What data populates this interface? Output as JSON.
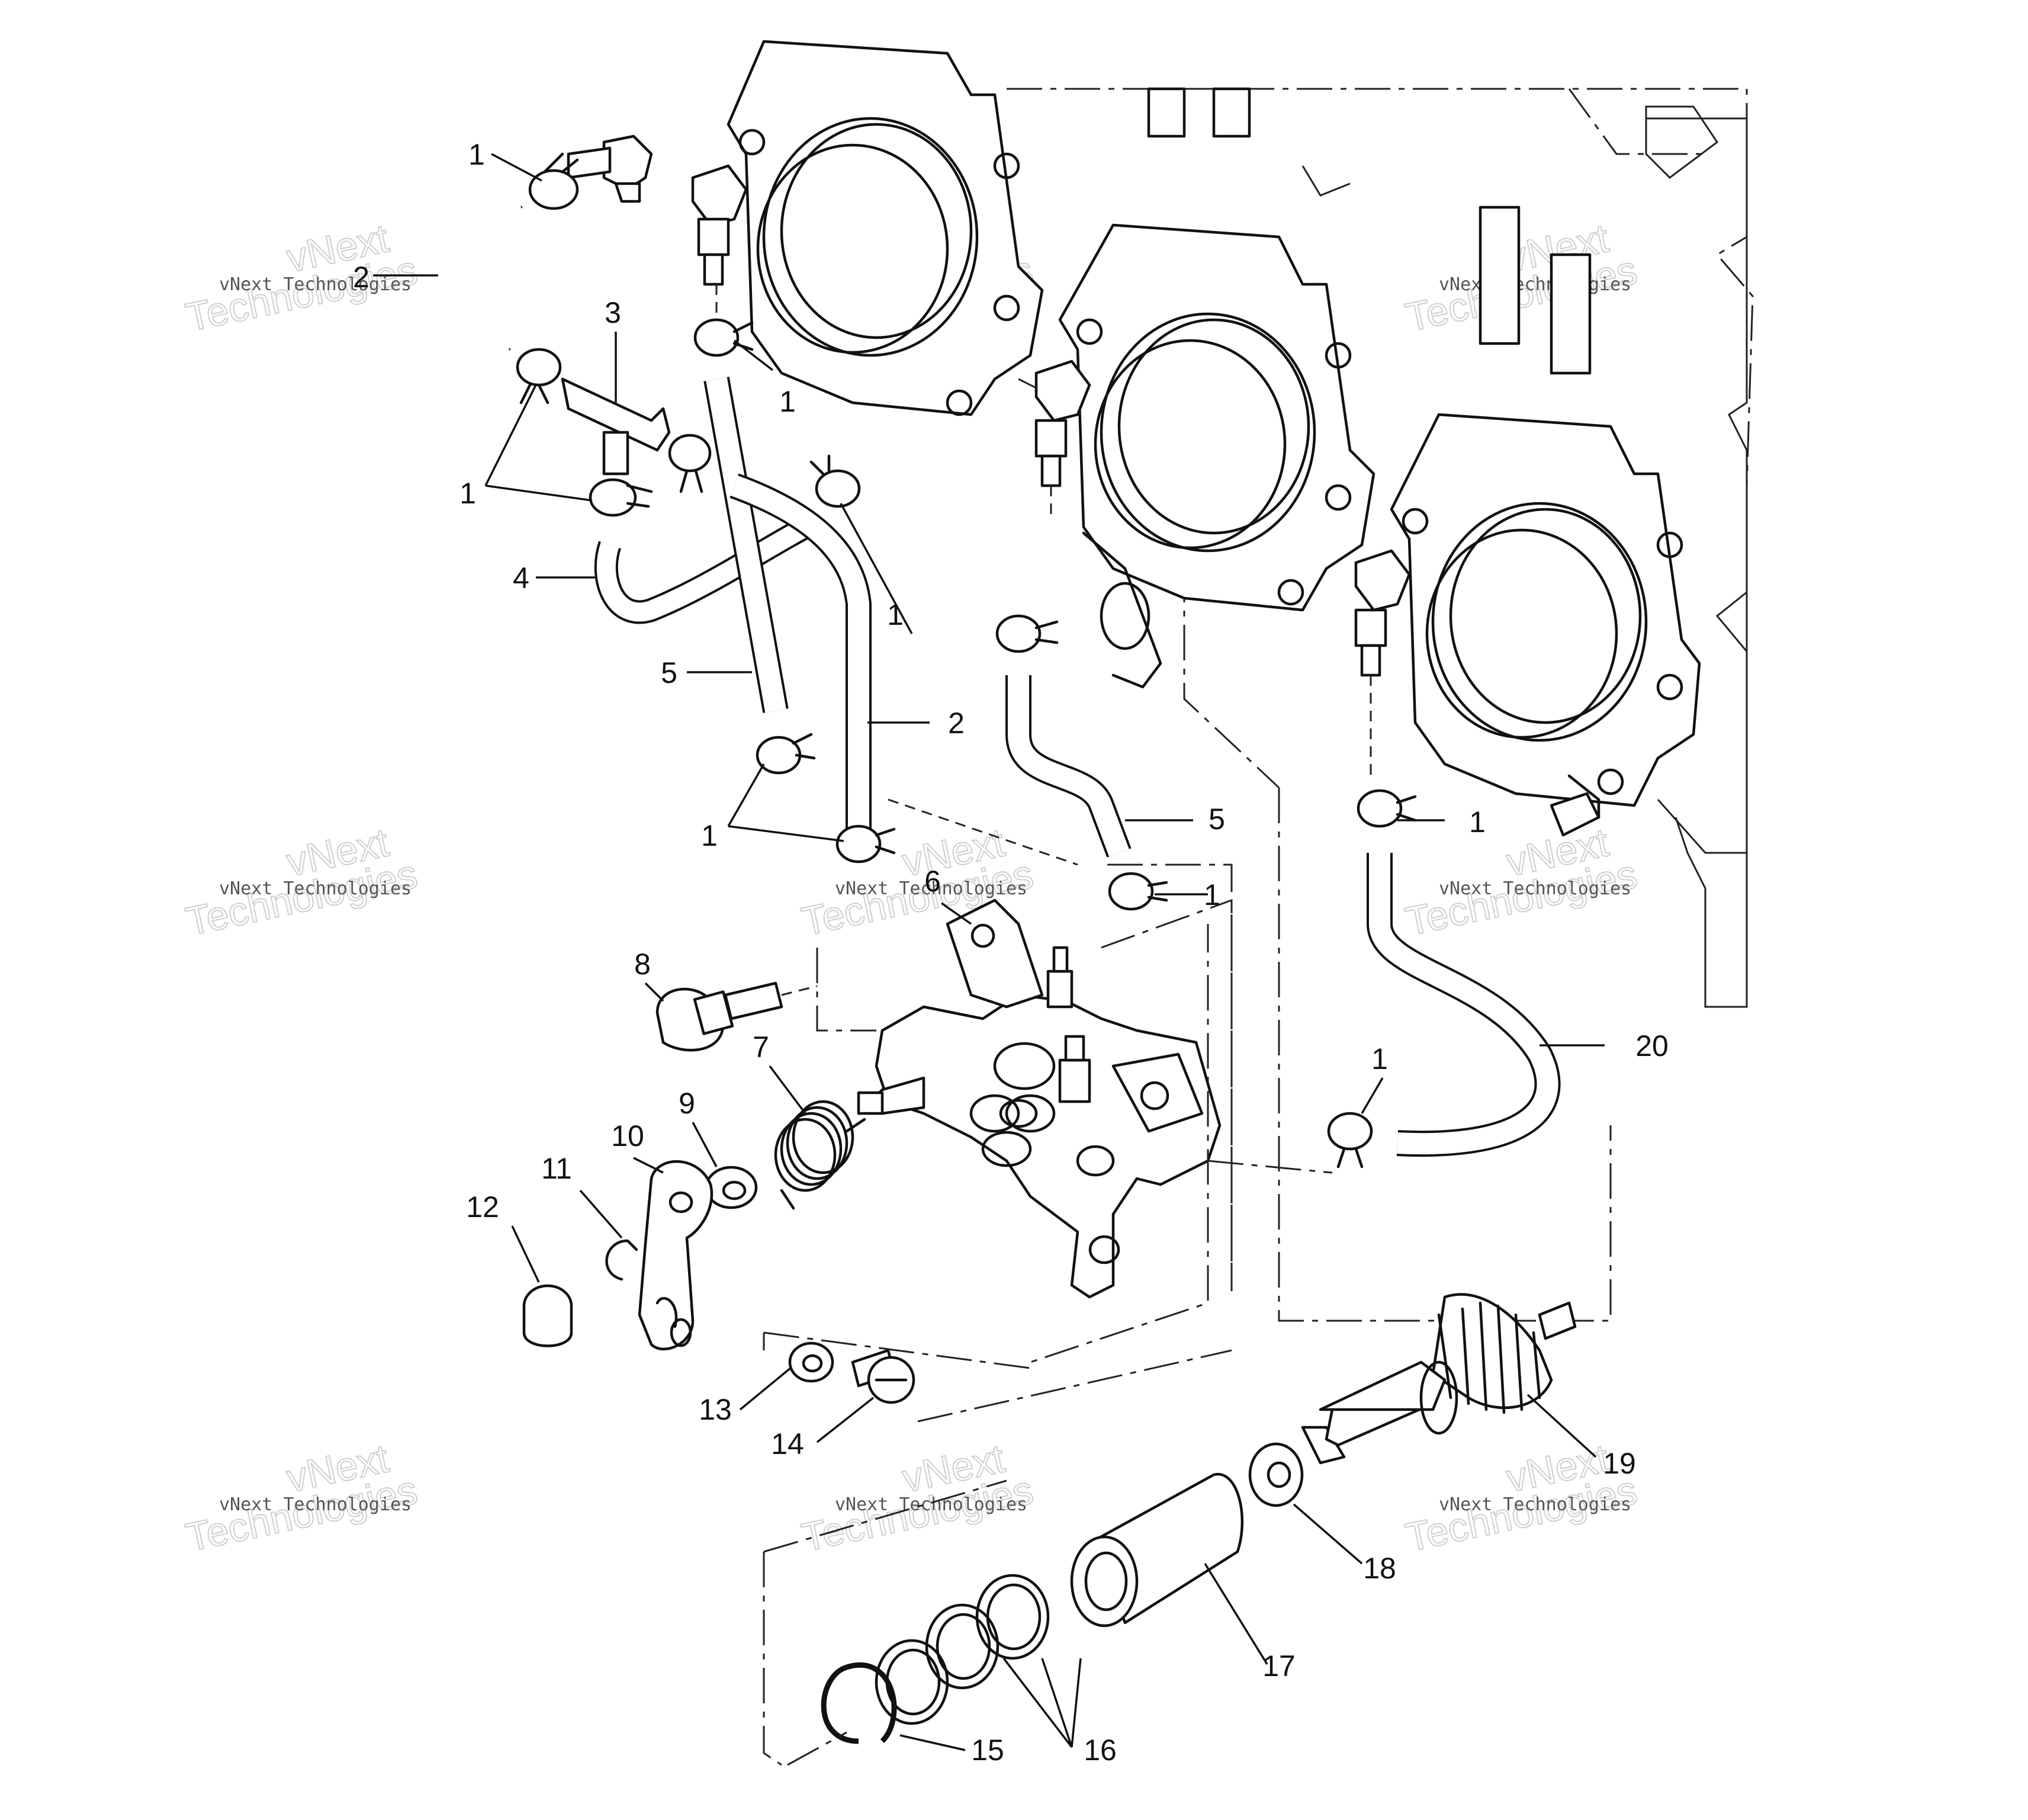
{
  "watermark": {
    "line1": "vNext Technologies",
    "line2": "vNext",
    "line3": "Technologies"
  },
  "callouts": [
    {
      "id": "c1a",
      "text": "1"
    },
    {
      "id": "c2a",
      "text": "2"
    },
    {
      "id": "c3",
      "text": "3"
    },
    {
      "id": "c1b",
      "text": "1"
    },
    {
      "id": "c1c",
      "text": "1"
    },
    {
      "id": "c4",
      "text": "4"
    },
    {
      "id": "c1d",
      "text": "1"
    },
    {
      "id": "c5a",
      "text": "5"
    },
    {
      "id": "c2b",
      "text": "2"
    },
    {
      "id": "c1e",
      "text": "1"
    },
    {
      "id": "c5b",
      "text": "5"
    },
    {
      "id": "c1f",
      "text": "1"
    },
    {
      "id": "c1g",
      "text": "1"
    },
    {
      "id": "c6",
      "text": "6"
    },
    {
      "id": "c8",
      "text": "8"
    },
    {
      "id": "c7",
      "text": "7"
    },
    {
      "id": "c9",
      "text": "9"
    },
    {
      "id": "c10",
      "text": "10"
    },
    {
      "id": "c11",
      "text": "11"
    },
    {
      "id": "c12",
      "text": "12"
    },
    {
      "id": "c20",
      "text": "20"
    },
    {
      "id": "c1h",
      "text": "1"
    },
    {
      "id": "c13",
      "text": "13"
    },
    {
      "id": "c14",
      "text": "14"
    },
    {
      "id": "c19",
      "text": "19"
    },
    {
      "id": "c18",
      "text": "18"
    },
    {
      "id": "c17",
      "text": "17"
    },
    {
      "id": "c16",
      "text": "16"
    },
    {
      "id": "c15",
      "text": "15"
    }
  ]
}
